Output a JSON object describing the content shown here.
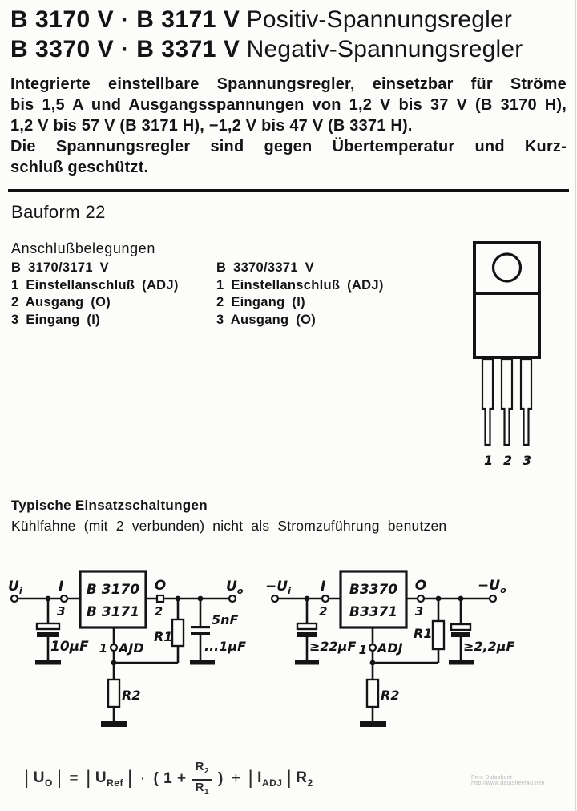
{
  "header": {
    "title1": {
      "models": "B 3170 V · B 3171 V",
      "desc": "Positiv-Spannungsregler"
    },
    "title2": {
      "models": "B 3370 V · B 3371 V",
      "desc": "Negativ-Spannungsregler"
    },
    "intro_lines": [
      "Integrierte einstellbare Spannungsregler, einsetzbar für Ströme",
      "bis 1,5 A und Ausgangsspannungen von 1,2 V bis 37 V (B 3170 H),",
      "1,2 V bis 57 V (B 3171 H), −1,2 V bis 47 V (B 3371 H).",
      "Die Spannungsregler sind gegen Übertemperatur und Kurz-",
      "schluß geschützt."
    ]
  },
  "sections": {
    "bauform": "Bauform 22",
    "pinout_heading": "Anschlußbelegungen",
    "columns": [
      {
        "model": "B 3170/3171 V",
        "pins": [
          "1 Einstellanschluß (ADJ)",
          "2 Ausgang (O)",
          "3 Eingang (I)"
        ]
      },
      {
        "model": "B 3370/3371 V",
        "pins": [
          "1 Einstellanschluß (ADJ)",
          "2 Eingang (I)",
          "3 Ausgang (O)"
        ]
      }
    ]
  },
  "package": {
    "pins": [
      "1",
      "2",
      "3"
    ]
  },
  "circuits": {
    "heading": "Typische Einsatzschaltungen",
    "note": "Kühlfahne (mit 2 verbunden) nicht als Stromzuführung benutzen",
    "left": {
      "in_base": "U",
      "in_sub": "i",
      "pin_in": "I",
      "pin_in_num": "3",
      "ic1": "B 3170",
      "ic2": "B 3171",
      "pin_out": "O",
      "pin_out_num": "2",
      "out_base": "U",
      "out_sub": "o",
      "cap_in": "10µF",
      "adj_num": "1",
      "adj_label": "AJD",
      "r1": "R1",
      "r2": "R2",
      "cap_out1": "5nF",
      "cap_out2": "...1µF"
    },
    "right": {
      "in_base": "−U",
      "in_sub": "i",
      "pin_in": "I",
      "pin_in_num": "2",
      "ic1": "B3370",
      "ic2": "B3371",
      "pin_out": "O",
      "pin_out_num": "3",
      "out_base": "−U",
      "out_sub": "o",
      "cap_in": "≥22µF",
      "adj_num": "1",
      "adj_label": "ADJ",
      "r1": "R1",
      "r2": "R2",
      "cap_out": "≥2,2µF"
    }
  },
  "formula": {
    "bar": "|",
    "lhs_base": "U",
    "lhs_sub": "O",
    "equals": "=",
    "ref_base": "U",
    "ref_sub": "Ref",
    "mult": "·",
    "open": "( 1 +",
    "num_base": "R",
    "num_sub": "2",
    "den_base": "R",
    "den_sub": "1",
    "close": ")",
    "plus": "+",
    "cur_base": "I",
    "cur_sub": "ADJ",
    "r_base": "R",
    "r_sub": "2"
  },
  "watermark": "Free Datasheet http://www.datasheet4u.net/",
  "colors": {
    "ink": "#141414",
    "paper": "#fcfcfa"
  }
}
